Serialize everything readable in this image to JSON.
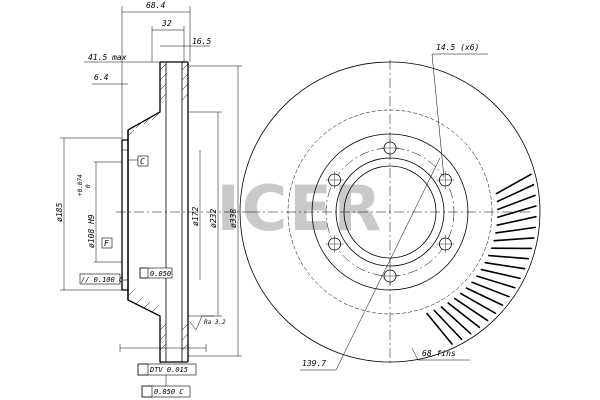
{
  "watermark": {
    "text": "ICER"
  },
  "side_view": {
    "dims": {
      "overall_width": "68.4",
      "hub_width": "32",
      "disc_thickness": "16.5",
      "max_length": "41.5 max",
      "offset": "6.4",
      "dia_185": "ø185",
      "dia_108": "ø108 H9",
      "tol_upper": "+0.074",
      "tol_lower": "0",
      "dia_172": "ø172",
      "dia_232": "ø232",
      "dia_338": "ø338"
    },
    "gdt": {
      "datum_c": "C",
      "datum_f": "F",
      "parallel": "// 0.100 C",
      "flat": "0.050",
      "roughness": "Ra 3.2",
      "dtv": "DTV 0.015",
      "runout": "0.050 C"
    }
  },
  "front_view": {
    "bolt_holes": "14.5 (x6)",
    "pcd": "139.7",
    "fins": "68 fins"
  }
}
